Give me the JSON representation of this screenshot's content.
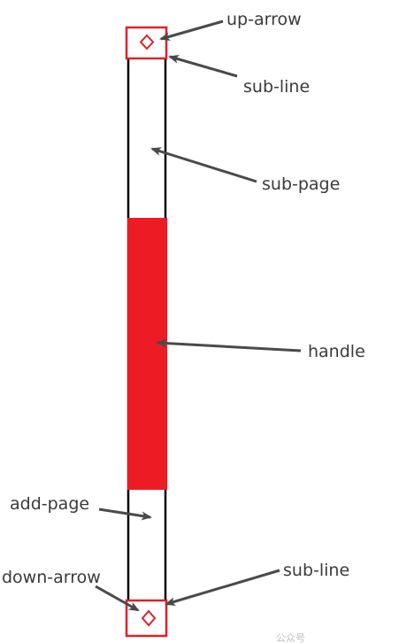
{
  "labels": {
    "up_arrow": "up-arrow",
    "sub_line_top": "sub-line",
    "sub_page": "sub-page",
    "handle": "handle",
    "add_page": "add-page",
    "down_arrow": "down-arrow",
    "sub_line_bottom": "sub-line"
  },
  "colors": {
    "handle": "#ed1c24",
    "frame": "#000000",
    "box_outline": "#d9232e",
    "arrow": "#4a4a4a",
    "text": "#3a3a3a"
  },
  "icons": {
    "up": "diamond-outline-icon",
    "down": "diamond-outline-icon"
  },
  "watermark": "公众号 "
}
